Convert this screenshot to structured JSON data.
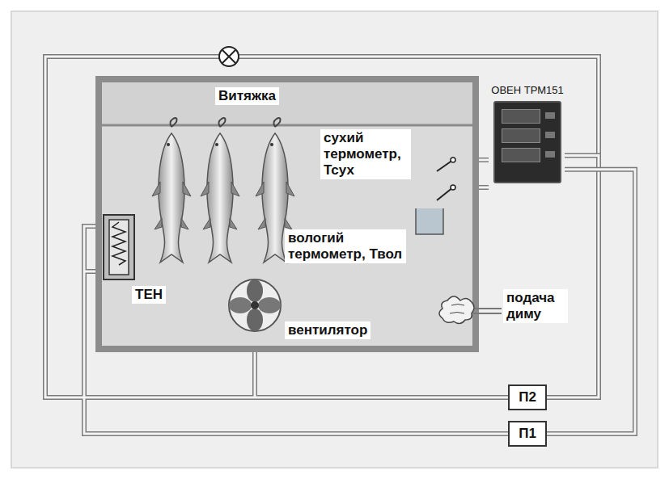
{
  "diagram": {
    "nodes": [
      {
        "text": [
          "Витяжка"
        ]
      },
      {
        "text": [
          "ОВЕН ТРМ151"
        ]
      },
      {
        "text": [
          "П2"
        ]
      },
      {
        "text": [
          "П1"
        ]
      }
    ],
    "edges": [
      {
        "from": 1,
        "to": 2,
        "arrow": "none"
      },
      {
        "from": 1,
        "to": 3,
        "arrow": "none"
      }
    ],
    "labels": [
      "сухий термометр, Тсух",
      "вологий термометр, Твол",
      "ТЕН",
      "вентилятор",
      "подача диму"
    ]
  }
}
